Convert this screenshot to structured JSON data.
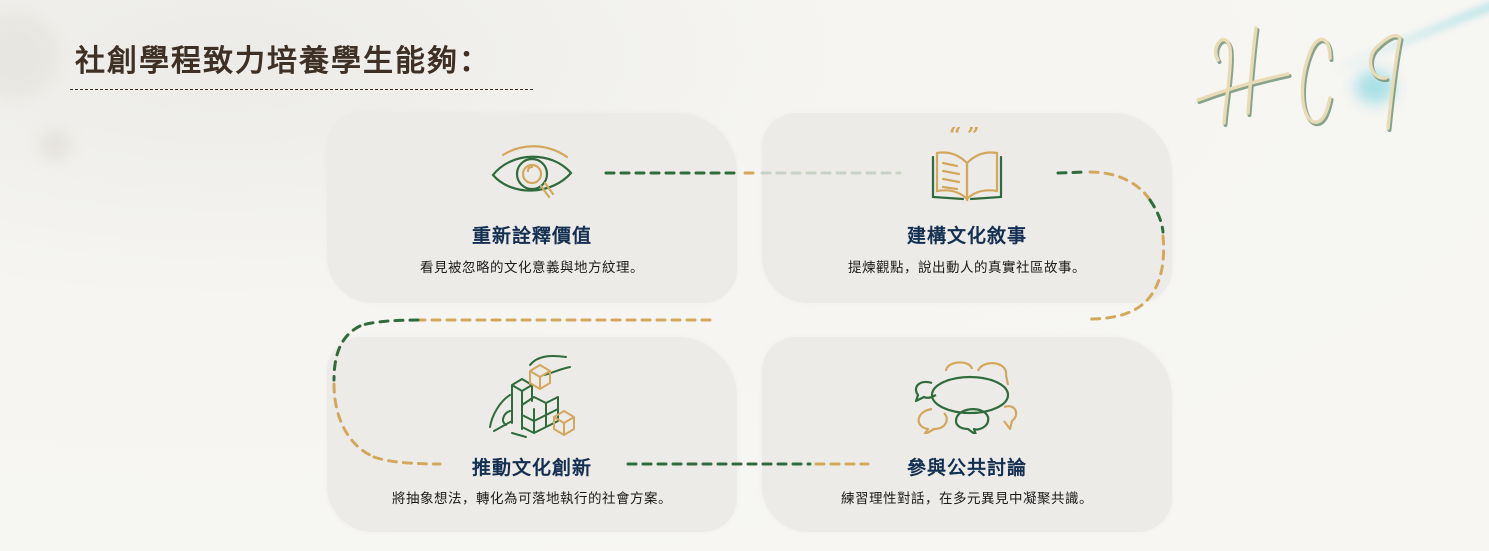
{
  "header": {
    "title": "社創學程致力培養學生能夠："
  },
  "logo": {
    "text": "HCI",
    "colors": {
      "stroke": "#e7dcb6",
      "shadow": "#6f8e73",
      "accent_glow": "#7dd2de"
    }
  },
  "colors": {
    "card_bg": "#ecebe7",
    "title_text": "#3e3024",
    "card_title": "#142f52",
    "icon_green": "#2f6b3c",
    "icon_gold": "#d3a85e"
  },
  "cards": [
    {
      "icon": "eye-magnifier-icon",
      "title": "重新詮釋價值",
      "description": "看見被忽略的文化意義與地方紋理。"
    },
    {
      "icon": "open-book-quote-icon",
      "title": "建構文化敘事",
      "description": "提煉觀點，說出動人的真實社區故事。"
    },
    {
      "icon": "hand-building-blocks-icon",
      "title": "推動文化創新",
      "description": "將抽象想法，轉化為可落地執行的社會方案。"
    },
    {
      "icon": "discussion-bubbles-icon",
      "title": "參與公共討論",
      "description": "練習理性對話，在多元異見中凝聚共識。"
    }
  ]
}
